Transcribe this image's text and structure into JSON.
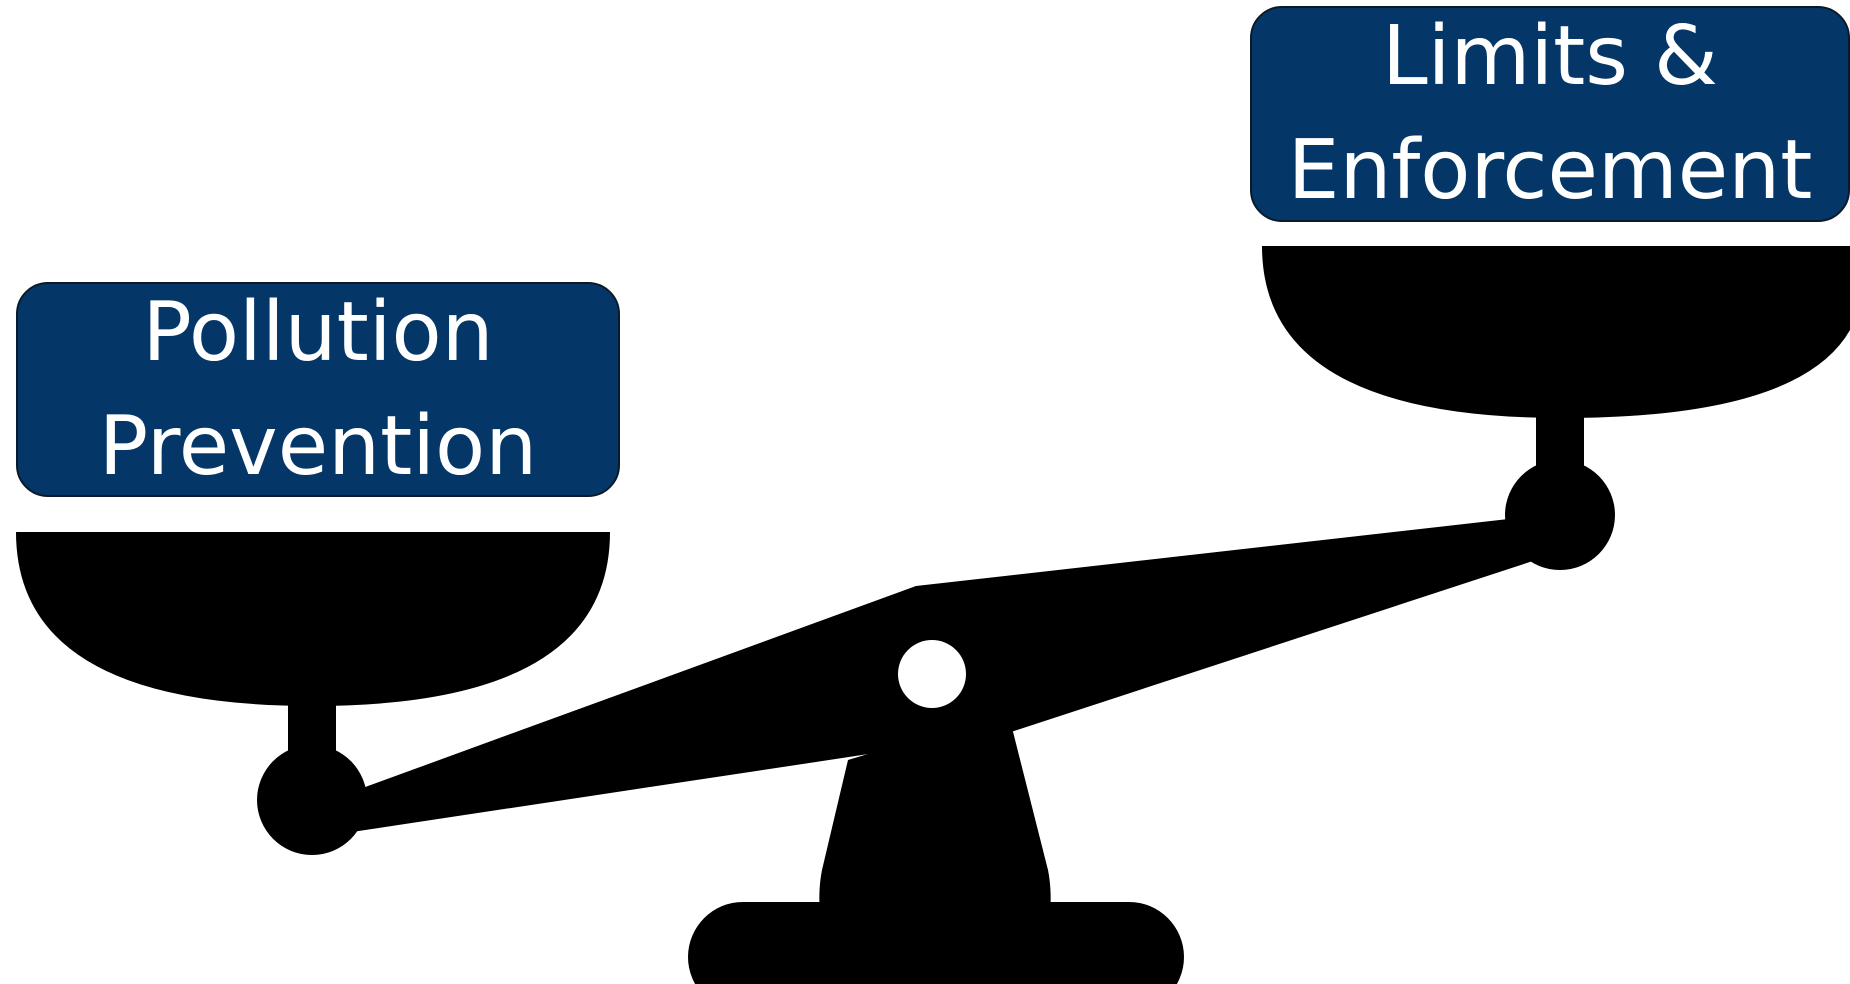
{
  "diagram": {
    "left_pan_label": {
      "line1": "Pollution",
      "line2": "Prevention"
    },
    "right_pan_label": {
      "line1": "Limits &",
      "line2": "Enforcement"
    },
    "colors": {
      "label_box_fill": "#043767",
      "label_text": "#ffffff",
      "scale_fill": "#000000",
      "background": "#ffffff"
    },
    "tilt": "right side raised, left side lowered"
  }
}
